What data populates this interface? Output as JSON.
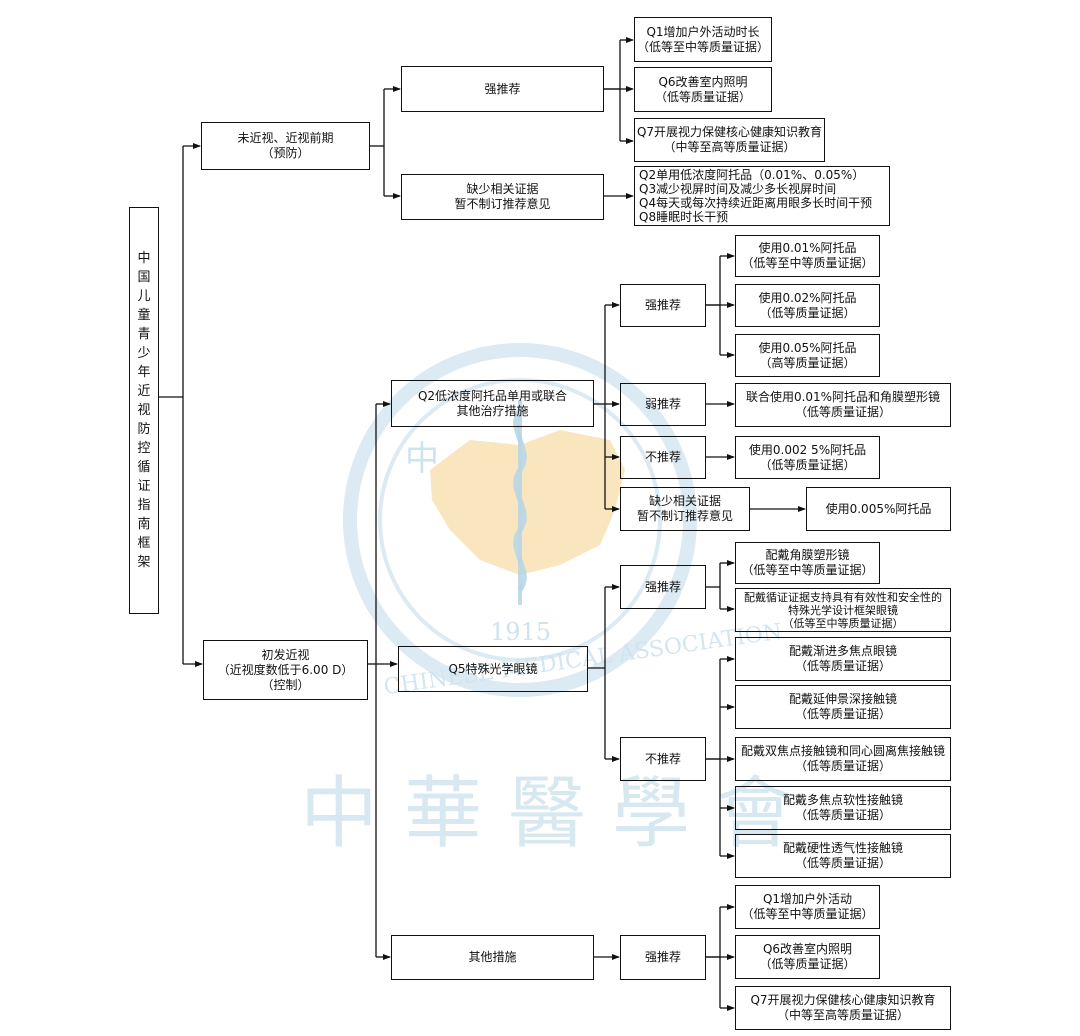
{
  "watermark": {
    "chinese_char_1": "中",
    "latin_text": "CHINESE MEDICAL ASSOCIATION",
    "year": "1915",
    "calligraphy": "中華醫學會"
  },
  "root": {
    "title": "中国儿童青少年近视防控循证指南框架"
  },
  "n_prevent": {
    "lines": [
      "未近视、近视前期",
      "（预防）"
    ]
  },
  "n_prevent_strong": {
    "lines": [
      "强推荐"
    ]
  },
  "n_q1a": {
    "lines": [
      "Q1增加户外活动时长",
      "（低等至中等质量证据）"
    ]
  },
  "n_q6a": {
    "lines": [
      "Q6改善室内照明",
      "（低等质量证据）"
    ]
  },
  "n_q7a": {
    "lines": [
      "Q7开展视力保健核心健康知识教育",
      "（中等至高等质量证据）"
    ]
  },
  "n_lack1": {
    "lines": [
      "缺少相关证据",
      "暂不制订推荐意见"
    ]
  },
  "n_lack1_list": {
    "lines": [
      "Q2单用低浓度阿托品（0.01%、0.05%）",
      "Q3减少视屏时间及减少多长视屏时间",
      "Q4每天或每次持续近距离用眼多长时间干预",
      "Q8睡眠时长干预"
    ]
  },
  "n_control": {
    "lines": [
      "初发近视",
      "（近视度数低于6.00 D）",
      "（控制）"
    ]
  },
  "n_q2": {
    "lines": [
      "Q2低浓度阿托品单用或联合",
      "其他治疗措施"
    ]
  },
  "n_q2_strong": {
    "lines": [
      "强推荐"
    ]
  },
  "n_atr001": {
    "lines": [
      "使用0.01%阿托品",
      "（低等至中等质量证据）"
    ]
  },
  "n_atr002": {
    "lines": [
      "使用0.02%阿托品",
      "（低等质量证据）"
    ]
  },
  "n_atr005": {
    "lines": [
      "使用0.05%阿托品",
      "（高等质量证据）"
    ]
  },
  "n_q2_weak": {
    "lines": [
      "弱推荐"
    ]
  },
  "n_combo": {
    "lines": [
      "联合使用0.01%阿托品和角膜塑形镜",
      "（低等质量证据）"
    ]
  },
  "n_q2_not": {
    "lines": [
      "不推荐"
    ]
  },
  "n_atr0025": {
    "lines": [
      "使用0.002 5%阿托品",
      "（低等质量证据）"
    ]
  },
  "n_q2_lack": {
    "lines": [
      "缺少相关证据",
      "暂不制订推荐意见"
    ]
  },
  "n_atr0005": {
    "lines": [
      "使用0.005%阿托品"
    ]
  },
  "n_q5": {
    "lines": [
      "Q5特殊光学眼镜"
    ]
  },
  "n_q5_strong": {
    "lines": [
      "强推荐"
    ]
  },
  "n_ortho": {
    "lines": [
      "配戴角膜塑形镜",
      "（低等至中等质量证据）"
    ]
  },
  "n_frame": {
    "lines": [
      "配戴循证证据支持具有有效性和安全性的",
      "特殊光学设计框架眼镜",
      "（低等至中等质量证据）"
    ]
  },
  "n_q5_not": {
    "lines": [
      "不推荐"
    ]
  },
  "n_prog": {
    "lines": [
      "配戴渐进多焦点眼镜",
      "（低等质量证据）"
    ]
  },
  "n_edof": {
    "lines": [
      "配戴延伸景深接触镜",
      "（低等质量证据）"
    ]
  },
  "n_bifocal": {
    "lines": [
      "配戴双焦点接触镜和同心圆离焦接触镜",
      "（低等质量证据）"
    ]
  },
  "n_multisoft": {
    "lines": [
      "配戴多焦点软性接触镜",
      "（低等质量证据）"
    ]
  },
  "n_rgp": {
    "lines": [
      "配戴硬性透气性接触镜",
      "（低等质量证据）"
    ]
  },
  "n_other": {
    "lines": [
      "其他措施"
    ]
  },
  "n_other_strong": {
    "lines": [
      "强推荐"
    ]
  },
  "n_q1b": {
    "lines": [
      "Q1增加户外活动",
      "（低等至中等质量证据）"
    ]
  },
  "n_q6b": {
    "lines": [
      "Q6改善室内照明",
      "（低等质量证据）"
    ]
  },
  "n_q7b": {
    "lines": [
      "Q7开展视力保健核心健康知识教育",
      "（中等至高等质量证据）"
    ]
  }
}
